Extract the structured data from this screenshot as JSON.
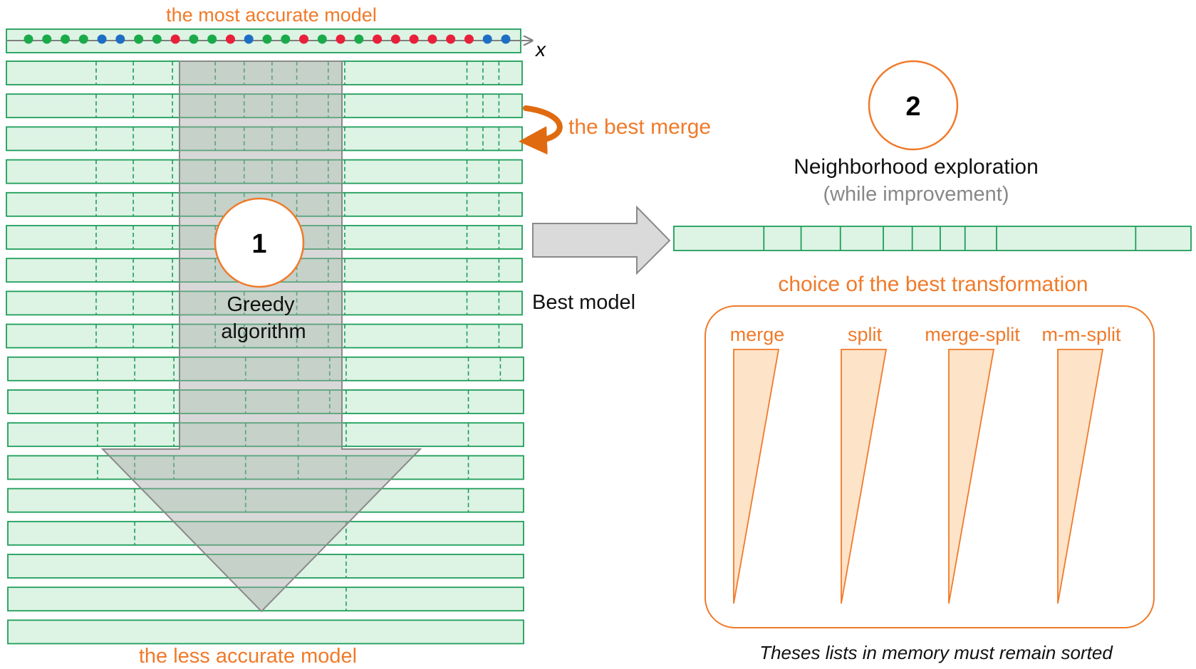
{
  "labels": {
    "top_title": "the most accurate model",
    "bottom_title": "the less accurate model",
    "axis_var": "x",
    "best_merge": "the best merge",
    "step1_number": "1",
    "step1_line1": "Greedy",
    "step1_line2": "algorithm",
    "best_model": "Best model",
    "step2_number": "2",
    "step2_title": "Neighborhood exploration",
    "step2_subtitle": "(while improvement)",
    "choice_title": "choice of the best transformation",
    "note": "Theses lists in memory must remain sorted"
  },
  "transformations": [
    "merge",
    "split",
    "merge-split",
    "m-m-split"
  ],
  "dots": [
    "green",
    "green",
    "green",
    "green",
    "blue",
    "blue",
    "green",
    "green",
    "red",
    "green",
    "green",
    "red",
    "blue",
    "green",
    "green",
    "red",
    "green",
    "red",
    "green",
    "red",
    "red",
    "red",
    "red",
    "red",
    "red",
    "blue",
    "blue"
  ],
  "model_rows": [
    [
      0.174,
      0.246,
      0.322,
      0.405,
      0.461,
      0.515,
      0.563,
      0.624,
      0.656,
      0.893,
      0.924,
      0.955
    ],
    [
      0.174,
      0.246,
      0.322,
      0.405,
      0.461,
      0.515,
      0.563,
      0.624,
      0.656,
      0.893,
      0.924,
      0.955
    ],
    [
      0.174,
      0.246,
      0.322,
      0.405,
      0.461,
      0.515,
      0.563,
      0.624,
      0.656,
      0.893,
      0.924,
      0.955
    ],
    [
      0.174,
      0.246,
      0.322,
      0.405,
      0.461,
      0.515,
      0.563,
      0.624,
      0.656,
      0.893,
      0.955
    ],
    [
      0.174,
      0.246,
      0.322,
      0.405,
      0.461,
      0.515,
      0.563,
      0.624,
      0.656,
      0.893,
      0.955
    ],
    [
      0.174,
      0.246,
      0.322,
      0.405,
      0.461,
      0.515,
      0.563,
      0.624,
      0.656,
      0.893,
      0.955
    ],
    [
      0.174,
      0.246,
      0.322,
      0.405,
      0.461,
      0.563,
      0.624,
      0.656,
      0.893,
      0.955
    ],
    [
      0.174,
      0.246,
      0.322,
      0.405,
      0.461,
      0.563,
      0.624,
      0.656,
      0.893,
      0.955
    ],
    [
      0.174,
      0.246,
      0.322,
      0.405,
      0.461,
      0.563,
      0.624,
      0.656,
      0.893,
      0.955
    ],
    [
      0.174,
      0.246,
      0.322,
      0.461,
      0.563,
      0.624,
      0.656,
      0.893,
      0.955
    ],
    [
      0.174,
      0.246,
      0.322,
      0.461,
      0.563,
      0.624,
      0.656,
      0.893
    ],
    [
      0.174,
      0.246,
      0.322,
      0.461,
      0.563,
      0.656,
      0.893
    ],
    [
      0.174,
      0.246,
      0.322,
      0.461,
      0.563,
      0.656,
      0.893
    ],
    [
      0.246,
      0.461,
      0.656,
      0.893
    ],
    [
      0.246,
      0.656
    ],
    [
      0.656
    ],
    [
      0.656
    ],
    []
  ],
  "best_model_splits": [
    0.174,
    0.246,
    0.322,
    0.405,
    0.461,
    0.515,
    0.563,
    0.624,
    0.893
  ]
}
